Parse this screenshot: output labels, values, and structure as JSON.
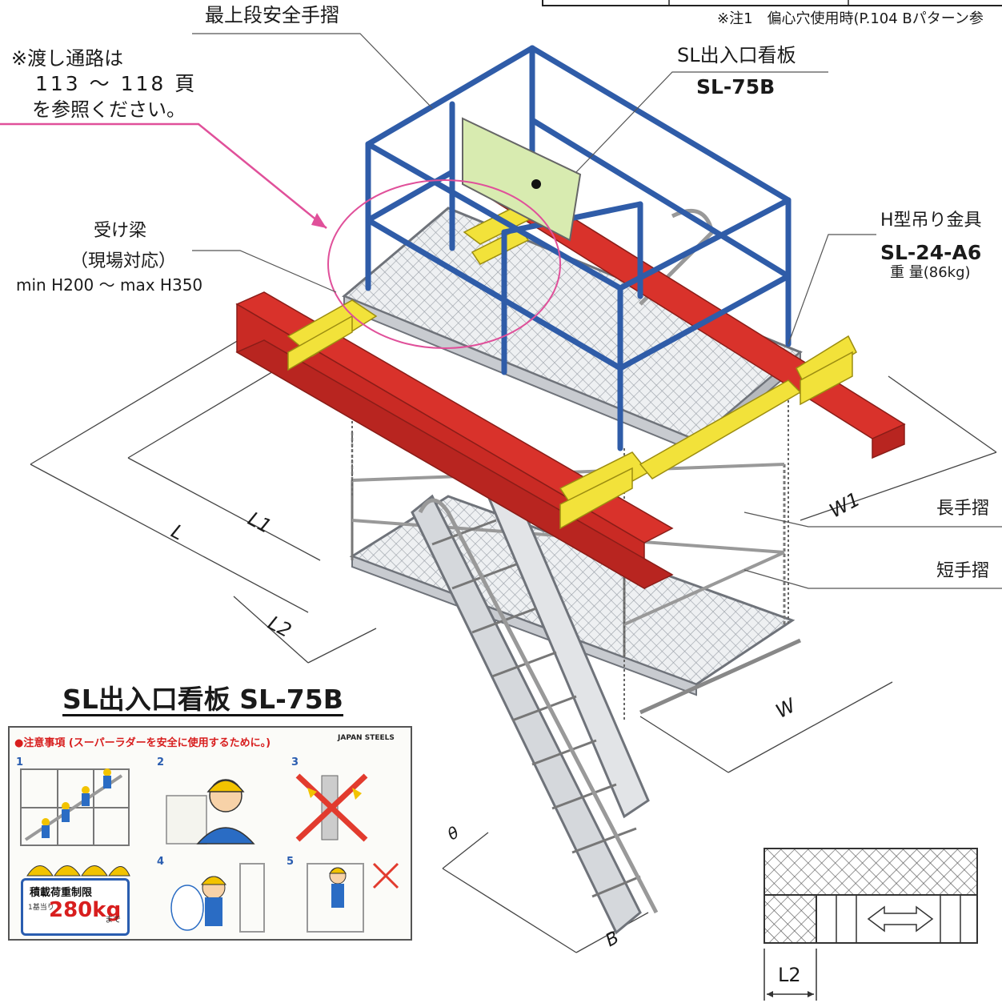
{
  "header": {
    "note_line": "※注1　偏心穴使用時(P.104 Bパターン参"
  },
  "labels": {
    "top_handrail": "最上段安全手摺",
    "walkway_note_1": "※渡し通路は",
    "walkway_note_2": "113 ～ 118 頁",
    "walkway_note_3": "を参照ください。",
    "sign_name": "SL出入口看板",
    "sign_code": "SL-75B",
    "beam_1": "受け梁",
    "beam_2": "（現場対応）",
    "beam_3": "min H200 ～ max H350",
    "hanger_name": "H型吊り金具",
    "hanger_code": "SL-24-A6",
    "hanger_weight": "重 量(86kg)",
    "long_handrail": "長手摺",
    "short_handrail": "短手摺",
    "dim_L": "L",
    "dim_L1": "L1",
    "dim_L2": "L2",
    "dim_W": "W",
    "dim_W1": "W1",
    "dim_theta": "θ",
    "dim_B": "B",
    "detail_L2": "L2"
  },
  "sign_panel": {
    "title": "SL出入口看板 SL-75B",
    "heading": "●注意事項 (スーパーラダーを安全に使用するために。)",
    "brand": "JAPAN STEELS",
    "item_numbers": [
      "1",
      "2",
      "3",
      "4",
      "5"
    ],
    "load_limit_title": "積載荷重制限",
    "load_limit_value": "280kg",
    "load_limit_sub": "1基当り",
    "load_limit_suffix": "まで"
  },
  "colors": {
    "beam_red": "#d9322b",
    "handrail_blue": "#2f5ca8",
    "bracket_yellow": "#f2e23a",
    "sign_green": "#d8ebb0",
    "marker_pink": "#e0509a",
    "frame_gray": "#c8cbd0",
    "line_dark": "#333333"
  }
}
